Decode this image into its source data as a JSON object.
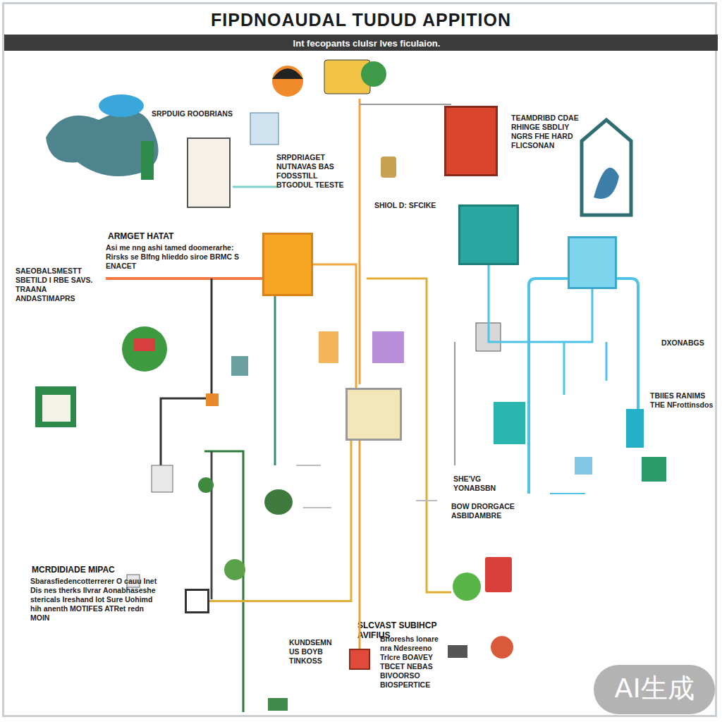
{
  "diagram": {
    "title": "FIPDNOAUDAL TUDUD APPITION",
    "nodes": [
      {
        "text": [
          "SRPDRIAGET NUTNAVAS BAS FODSSTILL BTGODUL TEESTE"
        ]
      },
      {
        "text": [
          "ARMGET HATAT",
          "Asi me nng ashi tamed doomerarhe: Rirsks se Blfng hlieddo siroe BRMC S ENACET"
        ]
      },
      {
        "text": [
          "TEAMDRIBD CDAE RHINGE SBDLIY NGRS FHE HARD FLICSONAN"
        ]
      },
      {
        "text": [
          "SHIOL D: SFCIKE"
        ]
      },
      {
        "text": [
          "DXONABGS"
        ]
      },
      {
        "text": [
          "MCRDIDIADE MIPAC",
          "Sbarasfiedencotterrerer O cauu Inet Dis nes therks Ilvrar Aonabhaseshe stericals Ireshand lot Sure Uohimd hih anenth MOTIFES ATRet redn MOIN"
        ]
      },
      {
        "text": [
          "SLCVAST SUBIHCP AVIFIUS",
          "Bnoreshs lonare nra Ndesreeno Trlcre BOAVEY TBCET NEBAS BIVOORSO BIOSPERTICE"
        ]
      },
      {
        "text": [
          "SHE'VG YONABSBN"
        ]
      }
    ],
    "edges": [
      {
        "from": 1,
        "to": 7,
        "arrow": "none"
      },
      {
        "from": 3,
        "to": 4,
        "arrow": "none"
      },
      {
        "from": 5,
        "to": 7,
        "arrow": "none"
      },
      {
        "from": 7,
        "to": 6,
        "arrow": "none"
      }
    ],
    "labels": [
      "Int fecopants clulsr lves ficulaion.",
      "SRPDUIG ROOBRIANS",
      "SAEOBALSMESTT SBETILD I RBE SAVS. TRAANA ANDASTIMAPRS",
      "TBIIES RANIMS THE NFrottinsdos",
      "BOW DRORGACE ASBIDAMBRE",
      "KUNDSEMNUS BOYB TINKOSS",
      "AI生成"
    ]
  }
}
